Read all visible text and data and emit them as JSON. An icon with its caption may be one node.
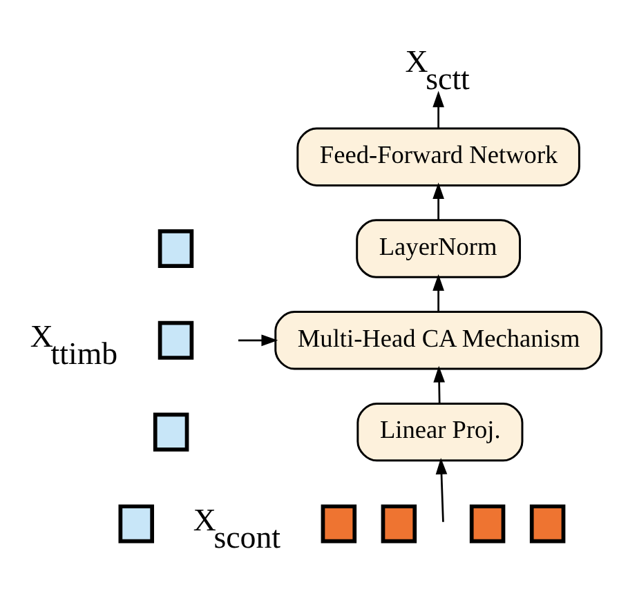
{
  "diagram": {
    "nodes": [
      {
        "text": [
          "X$_{sctt}$"
        ]
      },
      {
        "text": [
          "Feed-Forward Network"
        ]
      },
      {
        "text": [
          "LayerNorm"
        ]
      },
      {
        "text": [
          "Multi-Head CA Mechanism"
        ]
      },
      {
        "text": [
          "Linear Proj."
        ]
      },
      {
        "text": [],
        "shape": "box"
      },
      {
        "text": [],
        "shape": "box"
      },
      {
        "text": [],
        "shape": "box"
      },
      {
        "text": [],
        "shape": "box"
      },
      {
        "text": [],
        "shape": "box"
      },
      {
        "text": [],
        "shape": "box"
      },
      {
        "text": [],
        "shape": "box"
      },
      {
        "text": [],
        "shape": "box"
      }
    ],
    "edges": [
      {
        "from": 1,
        "to": 0,
        "arrow": "to"
      },
      {
        "from": 2,
        "to": 1,
        "arrow": "to"
      },
      {
        "from": 3,
        "to": 2,
        "arrow": "to"
      },
      {
        "from": 4,
        "to": 3,
        "arrow": "to"
      },
      {
        "from": null,
        "to": 4,
        "arrow": "to"
      },
      {
        "from": null,
        "to": 3,
        "arrow": "to"
      }
    ],
    "labels": [
      "X$_{ttimb}$",
      "X$_{scont}$"
    ]
  }
}
